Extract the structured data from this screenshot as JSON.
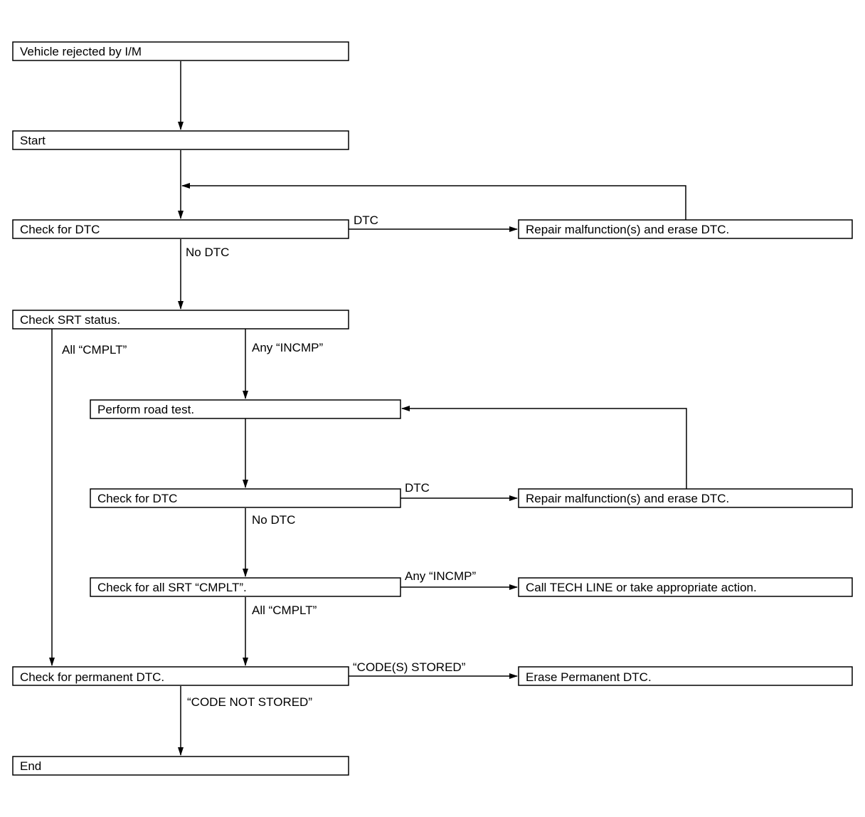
{
  "nodes": {
    "rejected": "Vehicle rejected by I/M",
    "start": "Start",
    "check_dtc_1": "Check for DTC",
    "repair_1": "Repair malfunction(s) and erase DTC.",
    "check_srt": "Check SRT status.",
    "road_test": "Perform road test.",
    "check_dtc_2": "Check for DTC",
    "repair_2": "Repair malfunction(s) and erase DTC.",
    "check_all_srt": "Check for all SRT “CMPLT”.",
    "tech_line": "Call TECH LINE or take appropriate action.",
    "check_permanent": "Check for permanent DTC.",
    "erase_permanent": "Erase Permanent DTC.",
    "end": "End"
  },
  "edge_labels": {
    "dtc_1": "DTC",
    "no_dtc_1": "No DTC",
    "all_cmplt_1": "All “CMPLT”",
    "any_incmp_1": "Any “INCMP”",
    "dtc_2": "DTC",
    "no_dtc_2": "No DTC",
    "any_incmp_2": "Any “INCMP”",
    "all_cmplt_2": "All “CMPLT”",
    "codes_stored": "“CODE(S) STORED”",
    "code_not_stored": "“CODE NOT STORED”"
  }
}
